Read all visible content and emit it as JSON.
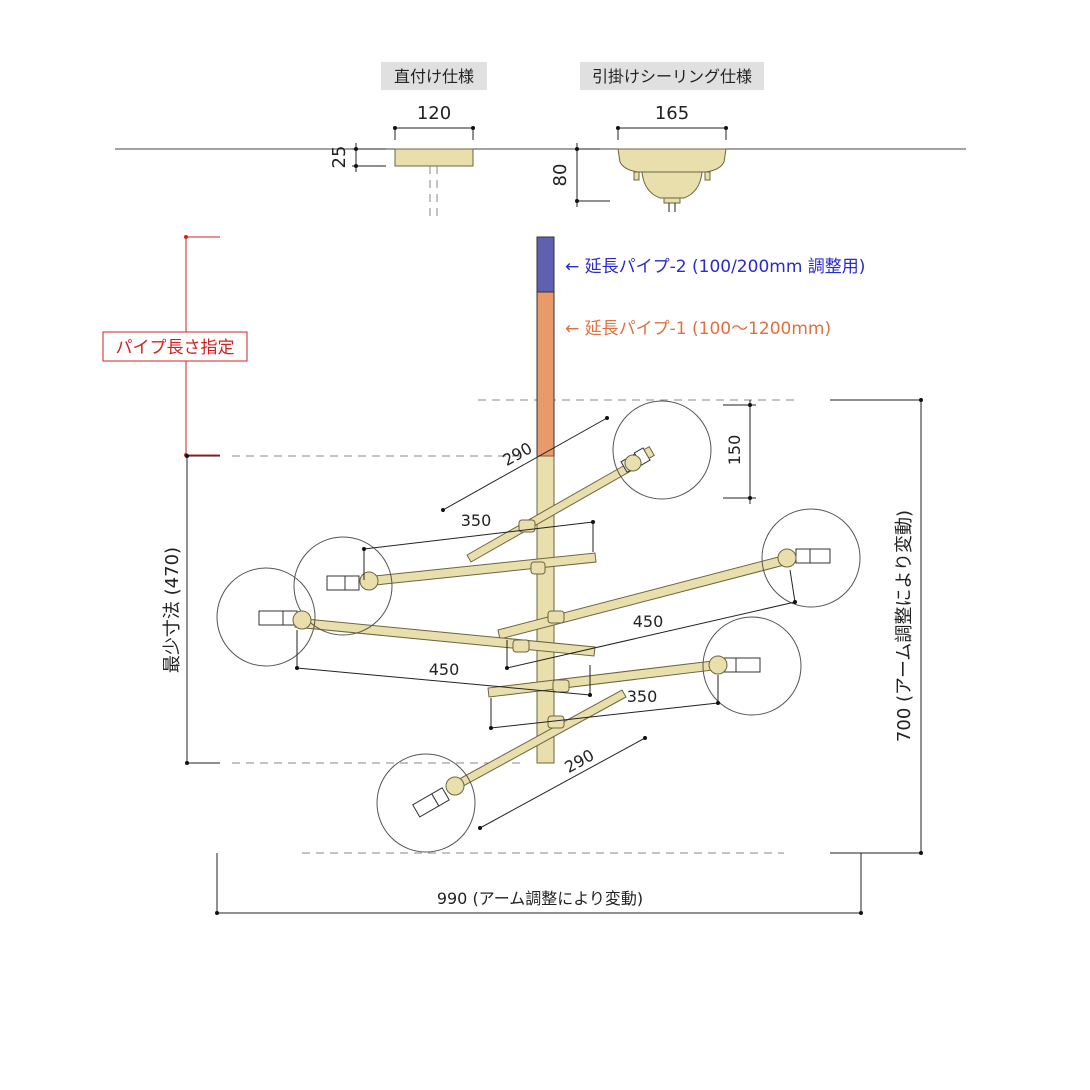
{
  "mount_types": {
    "direct": {
      "label": "直付け仕様",
      "width": "120",
      "height": "25"
    },
    "ceiling": {
      "label": "引掛けシーリング仕様",
      "width": "165",
      "height": "80"
    }
  },
  "pipes": {
    "pipe2": {
      "label": "← 延長パイプ-2 (100/200mm 調整用)",
      "color": "#6060b0"
    },
    "pipe1": {
      "label": "← 延長パイプ-1 (100〜1200mm)",
      "color": "#e89a6a"
    },
    "length_spec": "パイプ長さ指定",
    "length_spec_color": "#d42020"
  },
  "dimensions": {
    "upper_arm_290": "290",
    "upper_arm_350": "350",
    "right_arm_450": "450",
    "left_arm_450": "450",
    "lower_arm_350": "350",
    "lower_arm_290": "290",
    "top_offset": "150",
    "minimum": "最少寸法 (470)",
    "height_total": "700 (アーム調整により変動)",
    "width_total": "990 (アーム調整により変動)"
  },
  "colors": {
    "brass": "#e9dfac",
    "header_bg": "#e0e0e0"
  }
}
